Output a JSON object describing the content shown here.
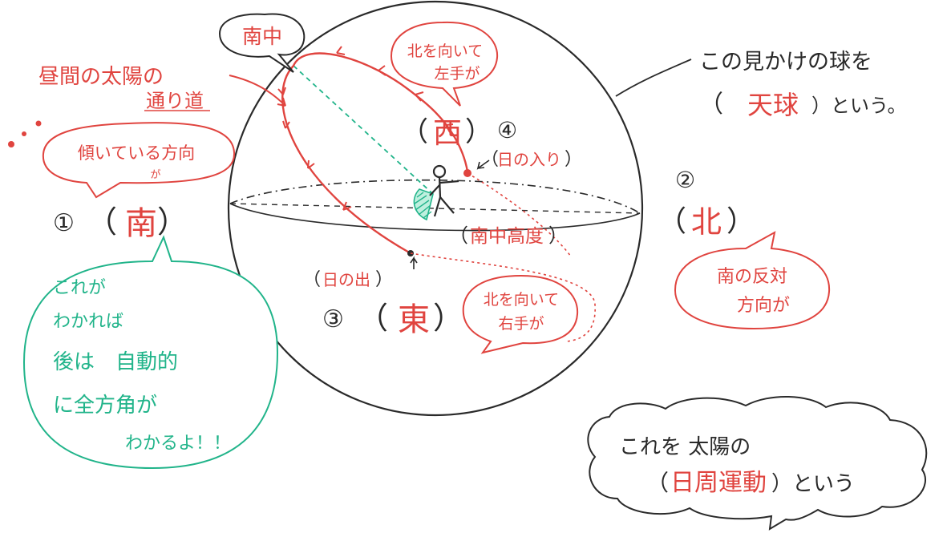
{
  "colors": {
    "ink": "#2a2a2a",
    "red": "#e0443f",
    "green": "#21b48a",
    "paper": "#ffffff"
  },
  "bubbles": {
    "zenith_passage": "南中",
    "left_hand_west": {
      "line1": "北を向いて",
      "line2": "左手が"
    },
    "tilt_direction": {
      "line1": "傾いている方向",
      "line2": "が"
    },
    "right_hand_east": {
      "line1": "北を向いて",
      "line2": "右手が"
    },
    "opposite_south": {
      "line1": "南の反対",
      "line2": "方向が"
    },
    "auto_directions": {
      "line1": "これが",
      "line2": "わかれば",
      "line3": "後は　自動的",
      "line4": "に全方角が",
      "line5": "わかるよ！！"
    },
    "diurnal_motion": {
      "line1": "これを 太陽の",
      "open": "（",
      "term": "日周運動",
      "close": "）という"
    }
  },
  "labels": {
    "sun_path_title": {
      "line1": "昼間の太陽の",
      "line2": "通り道"
    },
    "sphere_desc": {
      "line1": "この見かけの球を",
      "open": "（",
      "term": "天球",
      "close": "）という。"
    },
    "dir1": {
      "num": "①",
      "open": "（",
      "name": "南",
      "close": "）"
    },
    "dir2": {
      "num": "②",
      "open": "（",
      "name": "北",
      "close": "）"
    },
    "dir3": {
      "num": "③",
      "open": "（",
      "name": "東",
      "close": "）"
    },
    "dir4": {
      "num": "④",
      "open": "（",
      "name": "西",
      "close": "）"
    },
    "sunset": {
      "open": "（",
      "text": "日の入り",
      "close": "）"
    },
    "sunrise": {
      "open": "（",
      "text": "日の出",
      "close": "）"
    },
    "culmination_altitude": {
      "open": "（",
      "text": "南中高度",
      "close": "）"
    }
  }
}
